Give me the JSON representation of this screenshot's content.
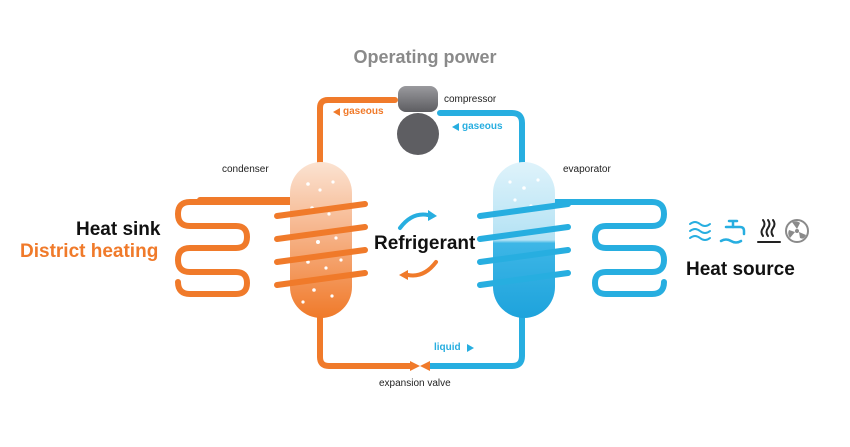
{
  "title": "Operating power",
  "labels": {
    "compressor": "compressor",
    "condenser": "condenser",
    "evaporator": "evaporator",
    "gaseous_left": "gaseous",
    "gaseous_right": "gaseous",
    "liquid": "liquid",
    "expansion_valve": "expansion valve",
    "refrigerant": "Refrigerant",
    "heat_sink": "Heat sink",
    "district_heating": "District heating",
    "heat_source": "Heat source"
  },
  "colors": {
    "hot": "#f07a2a",
    "cold": "#27aee0",
    "compressor": "#6b6b6f",
    "title": "#8a8a8a"
  },
  "heat_source_icons": [
    "air-waves-icon",
    "water-tap-icon",
    "ground-heat-icon",
    "fan-icon"
  ]
}
